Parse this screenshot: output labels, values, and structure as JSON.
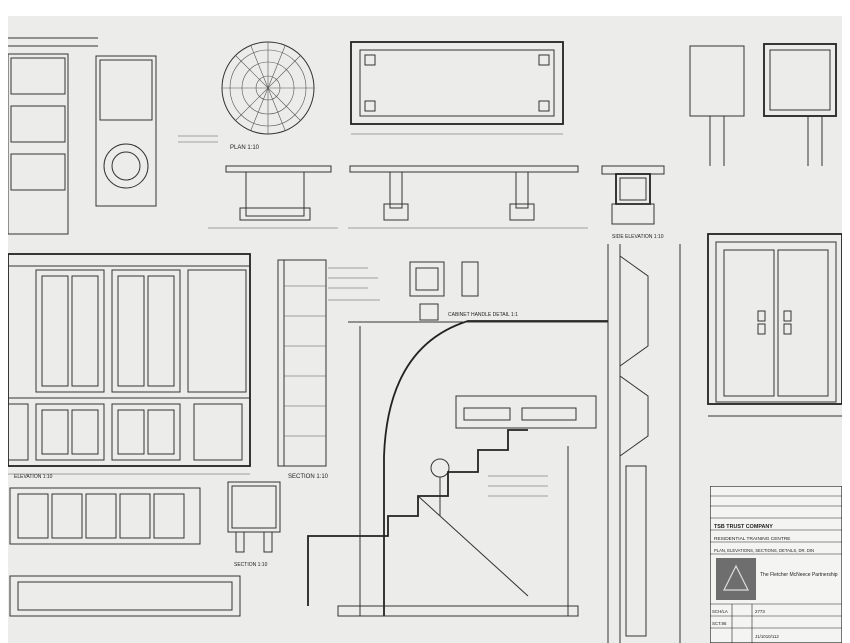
{
  "drawing": {
    "labels": {
      "plan": "PLAN 1:10",
      "section_a": "SECTION 1:10",
      "section_b": "SECTION 1:10",
      "elevation": "ELEVATION 1:10",
      "cabinet_detail": "CABINET HANDLE DETAIL 1:1",
      "side_elevation": "SIDE ELEVATION 1:10"
    }
  },
  "title_block": {
    "client": "TSB TRUST COMPANY",
    "project": "RESIDENTIAL TRAINING CENTRE",
    "drawing_title": "PLAN, ELEVATIONS, SECTIONS, DETAILS, DR. DIN",
    "firm": "The Fletcher McNeece Partnership",
    "drawn_by": "SCH/LA",
    "checked": "SCT.86",
    "job_no": "2773",
    "drawing_no": "J1/1010/112"
  }
}
